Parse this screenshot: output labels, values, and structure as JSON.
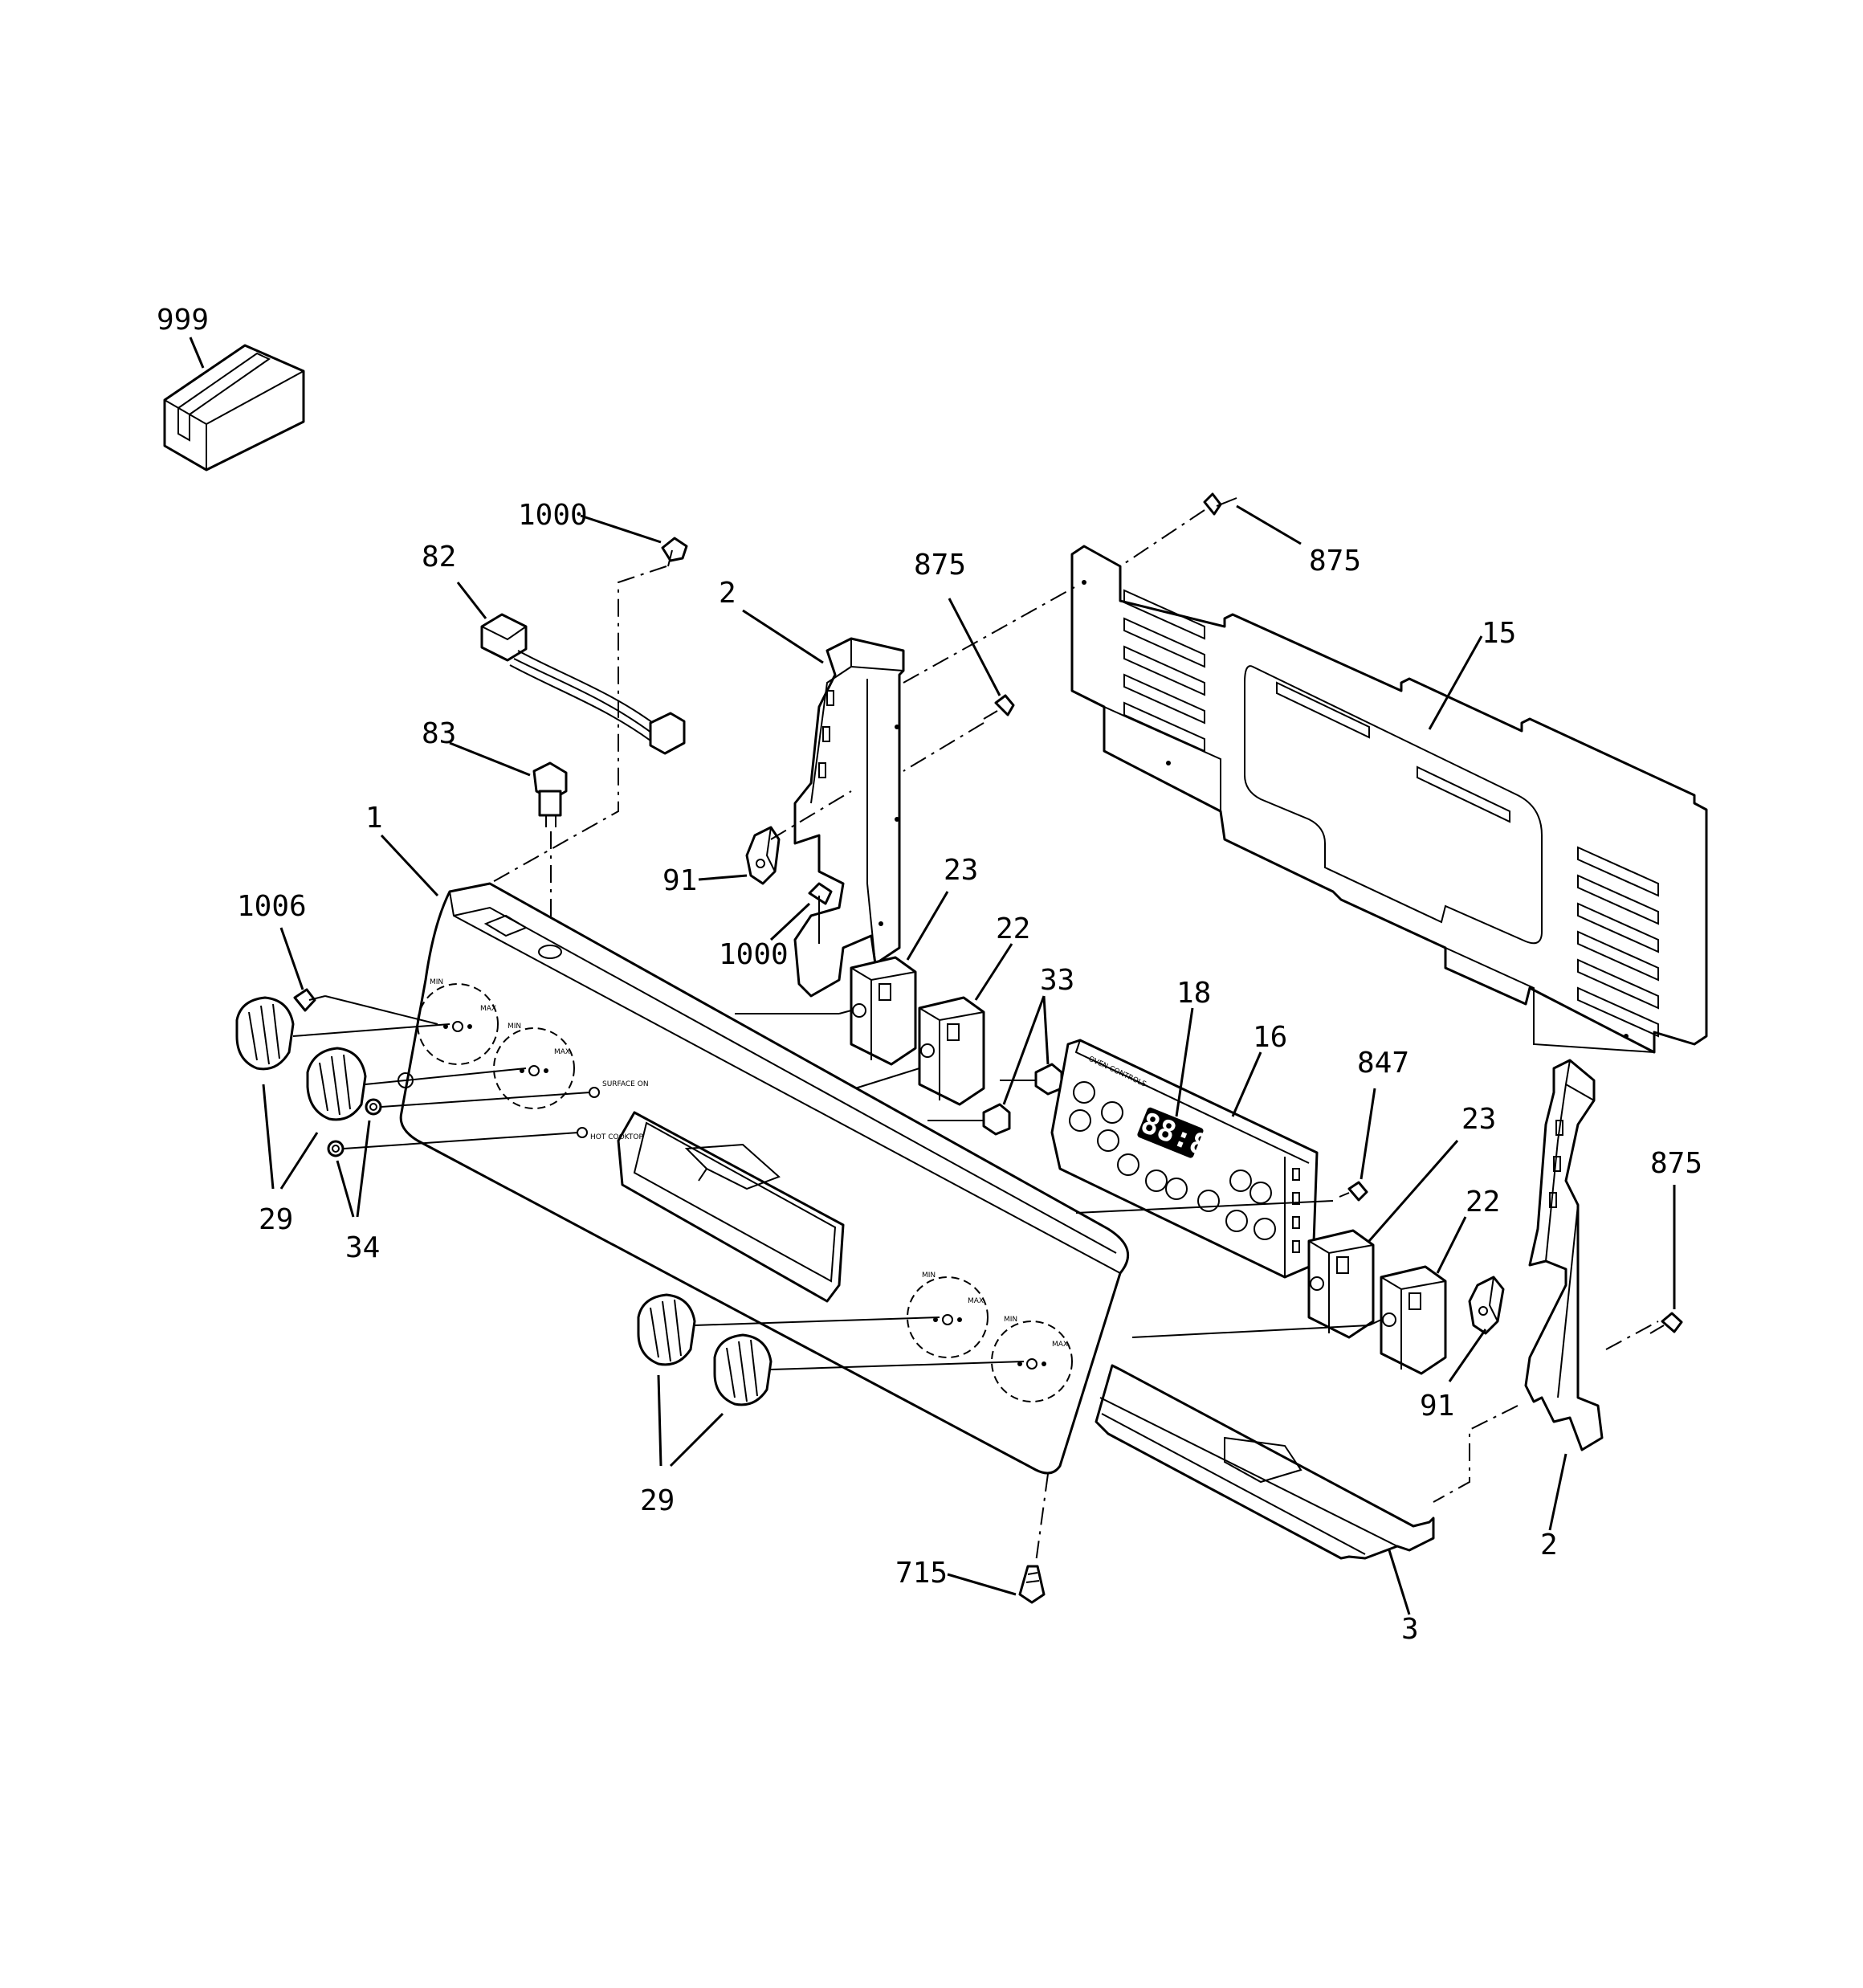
{
  "callouts": {
    "c999": "999",
    "c1000a": "1000",
    "c82": "82",
    "c83": "83",
    "c1": "1",
    "c1006": "1006",
    "c2a": "2",
    "c875a": "875",
    "c875b": "875",
    "c15": "15",
    "c91a": "91",
    "c1000b": "1000",
    "c23a": "23",
    "c22a": "22",
    "c33": "33",
    "c18": "18",
    "c16": "16",
    "c847": "847",
    "c23b": "23",
    "c22b": "22",
    "c875c": "875",
    "c29a": "29",
    "c34": "34",
    "c29b": "29",
    "c91b": "91",
    "c2b": "2",
    "c715": "715",
    "c3": "3"
  },
  "panel_labels": {
    "min": "MIN",
    "max": "MAX",
    "surface_on": "SURFACE ON",
    "hot_cooktop": "HOT COOKTOP",
    "oven_controls": "OVEN CONTROLS",
    "display": "88:88"
  },
  "colors": {
    "line": "#000000",
    "background": "#ffffff",
    "display": "#000000"
  }
}
